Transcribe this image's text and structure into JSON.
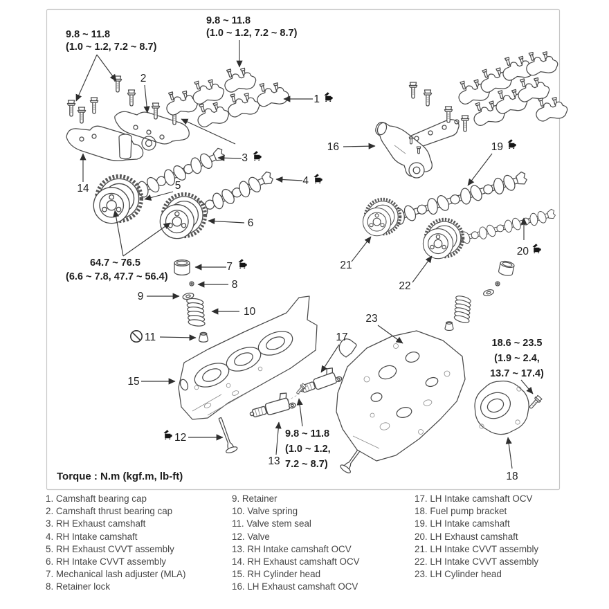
{
  "diagram": {
    "torque_note": "Torque : N.m (kgf.m, lb-ft)",
    "callouts": {
      "c1": {
        "l1": "9.8 ~ 11.8",
        "l2": "(1.0 ~ 1.2, 7.2 ~ 8.7)"
      },
      "c2": {
        "l1": "9.8 ~ 11.8",
        "l2": "(1.0 ~ 1.2, 7.2 ~ 8.7)"
      },
      "c3": {
        "l1": "64.7 ~ 76.5",
        "l2": "(6.6 ~ 7.8, 47.7 ~ 56.4)"
      },
      "c4": {
        "l1": "9.8 ~ 11.8",
        "l2": "(1.0 ~ 1.2,",
        "l3": "7.2 ~ 8.7)"
      },
      "c5": {
        "l1": "18.6 ~ 23.5",
        "l2": "(1.9 ~ 2.4,",
        "l3": "13.7 ~ 17.4)"
      }
    },
    "part_numbers": {
      "n1": "1",
      "n2": "2",
      "n3": "3",
      "n4": "4",
      "n5": "5",
      "n6": "6",
      "n7": "7",
      "n8": "8",
      "n9": "9",
      "n10": "10",
      "n11": "11",
      "n12": "12",
      "n13": "13",
      "n14": "14",
      "n15": "15",
      "n16": "16",
      "n17": "17",
      "n18": "18",
      "n19": "19",
      "n20": "20",
      "n21": "21",
      "n22": "22",
      "n23": "23"
    },
    "icons": {
      "torque_symbol": "oil-can-icon",
      "non_reusable_symbol": "circle-slash-icon"
    }
  },
  "legend": {
    "columns": [
      [
        "1. Camshaft bearing cap",
        "2. Camshaft thrust bearing cap",
        "3. RH Exhaust camshaft",
        "4. RH Intake camshaft",
        "5. RH Exhaust CVVT assembly",
        "6. RH Intake CVVT assembly",
        "7. Mechanical lash adjuster (MLA)",
        "8. Retainer lock"
      ],
      [
        "9. Retainer",
        "10. Valve spring",
        "11. Valve stem seal",
        "12. Valve",
        "13. RH Intake camshaft OCV",
        "14. RH Exhaust camshaft OCV",
        "15. RH Cylinder head",
        "16. LH Exhaust camshaft OCV"
      ],
      [
        "17. LH Intake camshaft OCV",
        "18. Fuel pump bracket",
        "19. LH Intake camshaft",
        "20. LH Exhaust camshaft",
        "21. LH Intake CVVT assembly",
        "22. LH Intake CVVT assembly",
        "23. LH Cylinder head"
      ]
    ]
  }
}
